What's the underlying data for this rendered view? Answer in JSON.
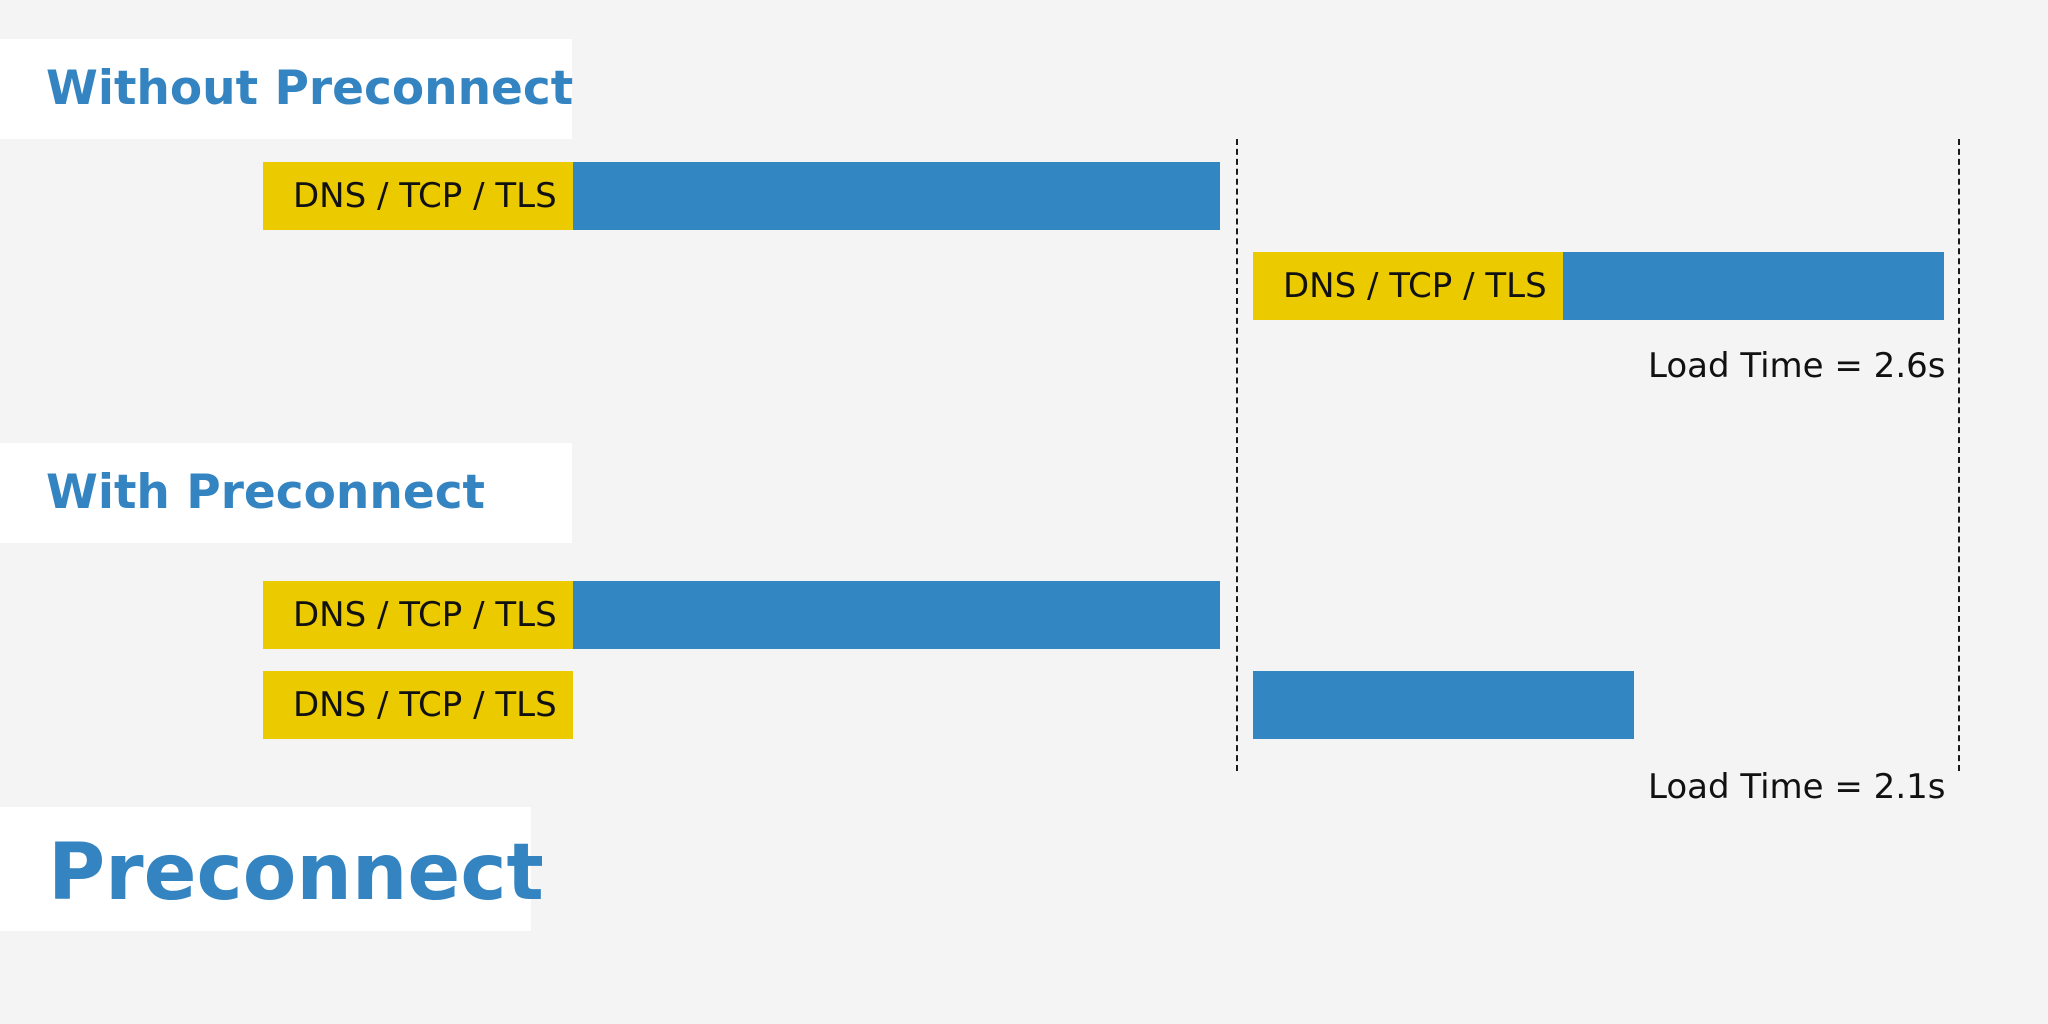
{
  "sections": {
    "without": {
      "heading": "Without Preconnect",
      "segment_label": "DNS / TCP / TLS",
      "load_time": "Load Time = 2.6s"
    },
    "with": {
      "heading": "With Preconnect",
      "segment_label": "DNS / TCP / TLS",
      "load_time": "Load Time = 2.1s"
    }
  },
  "title": "Preconnect",
  "colors": {
    "background": "#f4f4f4",
    "heading": "#3384c1",
    "connection_segment": "#ebca00",
    "transfer_segment": "#3286c2"
  }
}
